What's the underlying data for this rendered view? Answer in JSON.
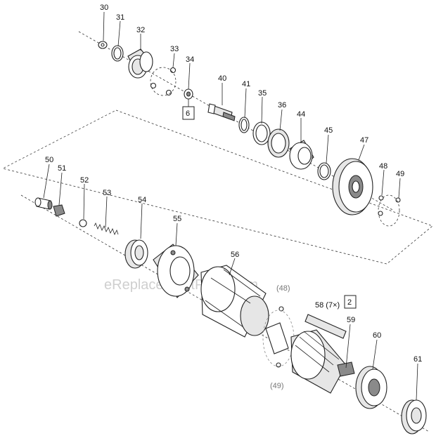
{
  "watermark": "eReplacementParts.com",
  "callouts": {
    "p30": "30",
    "p31": "31",
    "p32": "32",
    "p33": "33",
    "p34": "34",
    "p40": "40",
    "p41": "41",
    "p35": "35",
    "p36": "36",
    "p44": "44",
    "p45": "45",
    "p47": "47",
    "p48": "48",
    "p49": "49",
    "p50": "50",
    "p51": "51",
    "p52": "52",
    "p53": "53",
    "p54": "54",
    "p55": "55",
    "p56": "56",
    "p48ref": "(48)",
    "p58": "58 (7×)",
    "p59": "59",
    "p60": "60",
    "p61": "61",
    "p49ref": "(49)"
  },
  "boxed_refs": {
    "box6": "6",
    "box2": "2"
  }
}
